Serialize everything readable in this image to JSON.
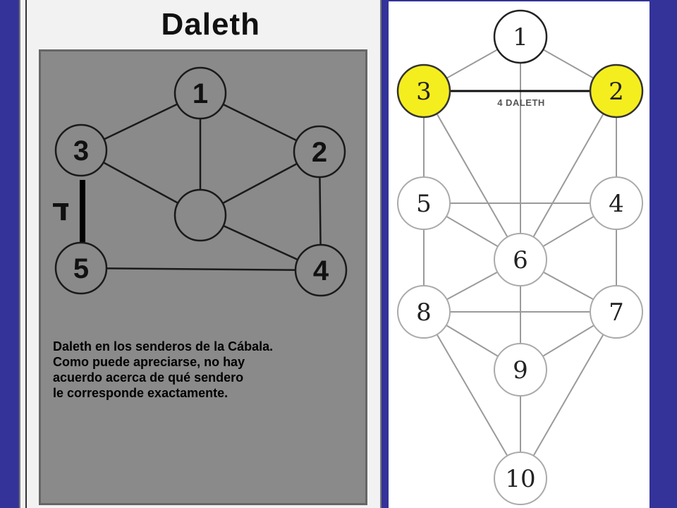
{
  "left_card": {
    "title": "Daleth",
    "nodes": [
      {
        "id": "left-node-1",
        "label": "1"
      },
      {
        "id": "left-node-3",
        "label": "3"
      },
      {
        "id": "left-node-2",
        "label": "2"
      },
      {
        "id": "left-node-center",
        "label": ""
      },
      {
        "id": "left-node-5",
        "label": "5"
      },
      {
        "id": "left-node-4",
        "label": "4"
      }
    ],
    "hebrew_letter": "ד",
    "caption": [
      "Daleth en los senderos de la Cábala.",
      "Como puede apreciarse, no hay",
      "acuerdo acerca de qué sendero",
      "le corresponde exactamente."
    ]
  },
  "right_tree": {
    "path_label": "4 DALETH",
    "highlight_color": "#f5ee1e",
    "highlighted_nodes": [
      "3",
      "2"
    ],
    "nodes": [
      "1",
      "3",
      "2",
      "5",
      "4",
      "6",
      "8",
      "7",
      "9",
      "10"
    ]
  }
}
